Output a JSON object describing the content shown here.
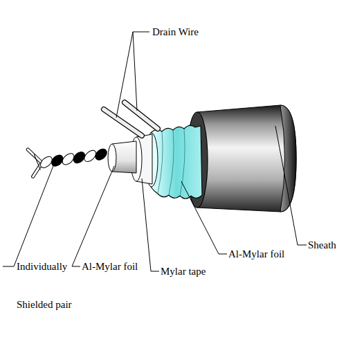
{
  "diagram": {
    "labels": [
      "Drain Wire",
      "Individually Shielded pair",
      "Al-Mylar foil",
      "Mylar tape",
      "Al-Mylar foil",
      "Sheath"
    ]
  }
}
